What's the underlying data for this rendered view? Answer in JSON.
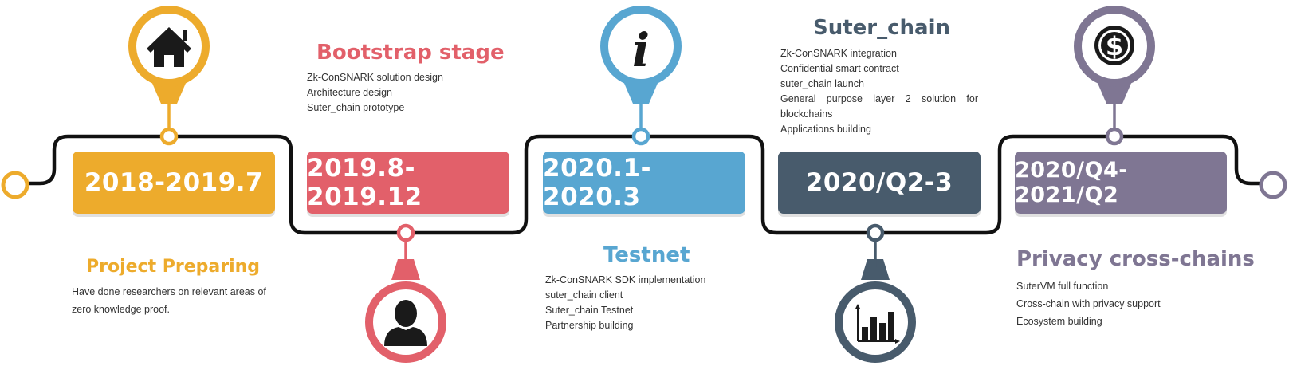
{
  "colors": {
    "yellow": "#EDAB2C",
    "red": "#E2606A",
    "blue": "#58A6D1",
    "slate": "#485B6C",
    "purple": "#7F7693",
    "line": "#111111"
  },
  "stages": [
    {
      "period": "2018-2019.7",
      "title": "Project Preparing",
      "icon": "home-icon",
      "items": [
        "Have done researchers on relevant areas of",
        "zero knowledge proof."
      ]
    },
    {
      "period": "2019.8-2019.12",
      "title": "Bootstrap stage",
      "icon": "user-icon",
      "items": [
        "Zk-ConSNARK solution design",
        "Architecture design",
        "Suter_chain prototype"
      ]
    },
    {
      "period": "2020.1-2020.3",
      "title": "Testnet",
      "icon": "info-icon",
      "items": [
        "Zk-ConSNARK SDK implementation",
        "suter_chain client",
        "Suter_chain Testnet",
        "Partnership building"
      ]
    },
    {
      "period": "2020/Q2-3",
      "title": "Suter_chain",
      "icon": "bar-chart-icon",
      "items": [
        "Zk-ConSNARK integration",
        "Confidential smart contract",
        "suter_chain launch",
        "General purpose layer 2 solution for blockchains",
        "Applications building"
      ]
    },
    {
      "period": "2020/Q4-2021/Q2",
      "title": "Privacy cross-chains",
      "icon": "dollar-coin-icon",
      "items": [
        "SuterVM full function",
        "Cross-chain with privacy support",
        "Ecosystem building"
      ]
    }
  ]
}
